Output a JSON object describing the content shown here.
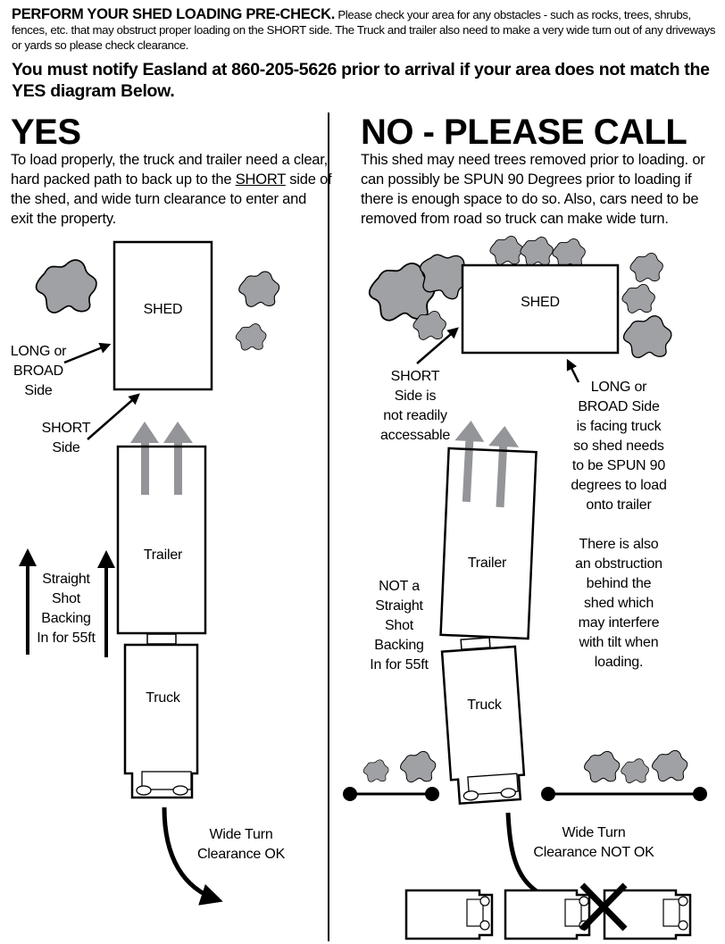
{
  "header": {
    "lead": "PERFORM YOUR SHED LOADING PRE-CHECK.",
    "body": " Please check your area for any obstacles - such as rocks, trees, shrubs, fences, etc. that may obstruct proper loading on the SHORT side. The Truck and trailer also need to make a very wide turn out of any driveways or yards so please check clearance.",
    "notify": "You must notify Easland at 860-205-5626 prior to arrival if your area does not match the YES diagram Below."
  },
  "yes": {
    "title": "YES",
    "desc_before": "To load properly, the truck and trailer need a clear, hard packed path to back up to the ",
    "desc_underlined": "SHORT",
    "desc_after": " side of the shed, and wide turn clearance to enter and exit the property.",
    "labels": {
      "shed": "SHED",
      "long_side": [
        "LONG or",
        "BROAD",
        "Side"
      ],
      "short_side": [
        "SHORT",
        "Side"
      ],
      "trailer": "Trailer",
      "truck": "Truck",
      "straight_shot": [
        "Straight",
        "Shot",
        "Backing",
        "In for 55ft"
      ],
      "wide_turn": [
        "Wide Turn",
        "Clearance OK"
      ]
    }
  },
  "no": {
    "title": "NO - PLEASE CALL",
    "desc": "This shed may need trees removed prior to loading. or can possibly be SPUN 90 Degrees prior to loading if there is enough space to do so. Also, cars need to be removed from road so truck can make wide turn.",
    "labels": {
      "shed": "SHED",
      "short_side": [
        "SHORT",
        "Side is",
        "not readily",
        "accessable"
      ],
      "long_side": [
        "LONG or",
        "BROAD Side",
        "is facing truck",
        "so shed needs",
        "to be SPUN 90",
        "degrees to load",
        "onto trailer"
      ],
      "obstruction": [
        "There is also",
        "an obstruction",
        "behind the",
        "shed which",
        "may interfere",
        "with tilt when",
        "loading."
      ],
      "trailer": "Trailer",
      "truck": "Truck",
      "not_straight": [
        "NOT a",
        "Straight",
        "Shot",
        "Backing",
        "In for 55ft"
      ],
      "wide_turn": [
        "Wide Turn",
        "Clearance NOT OK"
      ]
    }
  },
  "colors": {
    "ink": "#000000",
    "tree_fill": "#a0a1a4",
    "arrow_gray": "#939598",
    "background": "#ffffff"
  }
}
